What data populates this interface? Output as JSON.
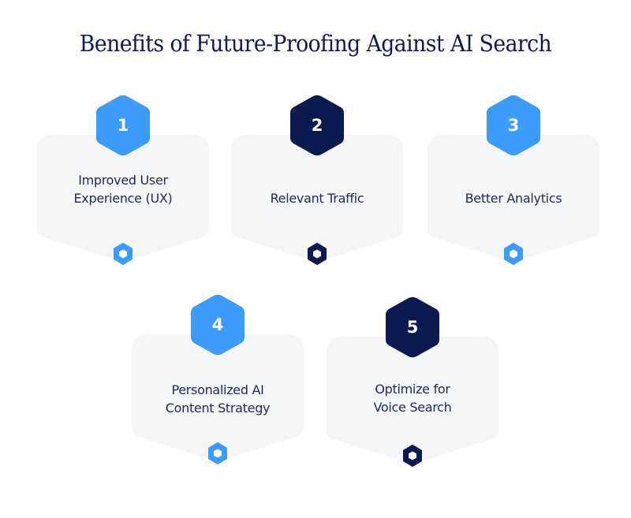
{
  "title": "Benefits of Future-Proofing Against AI Search",
  "colors": {
    "title": "#0f1b4c",
    "light_blue": "#3d9bfb",
    "navy": "#0c1a4f",
    "card_bg": "#f5f6f8",
    "label_text": "#1d2a56"
  },
  "cards": [
    {
      "number": "1",
      "line1": "Improved User",
      "line2": "Experience (UX)",
      "accent": "light_blue"
    },
    {
      "number": "2",
      "line1": "Relevant Traffic",
      "line2": "",
      "accent": "navy"
    },
    {
      "number": "3",
      "line1": "Better Analytics",
      "line2": "",
      "accent": "light_blue"
    },
    {
      "number": "4",
      "line1": "Personalized AI",
      "line2": "Content Strategy",
      "accent": "light_blue"
    },
    {
      "number": "5",
      "line1": "Optimize for",
      "line2": "Voice Search",
      "accent": "navy"
    }
  ]
}
